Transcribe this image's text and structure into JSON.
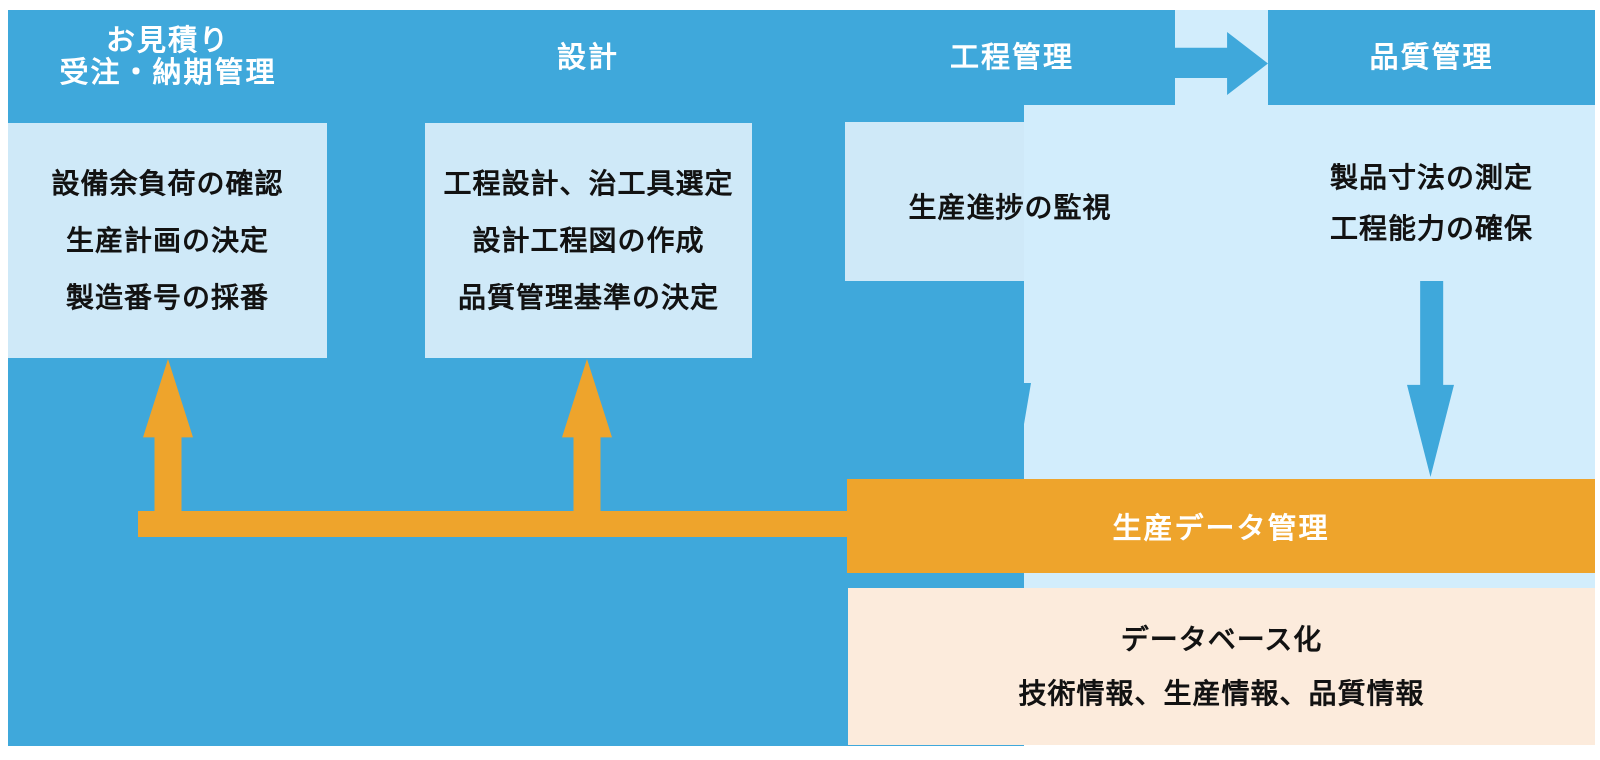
{
  "colors": {
    "blue": "#3fa8db",
    "light_blue_panel": "#cfe9f8",
    "light_blue_region": "#d2edfc",
    "orange": "#eea42c",
    "peach": "#fcebdc",
    "text_dark": "#121212",
    "text_white": "#ffffff"
  },
  "header": {
    "quote_line1": "お見積り",
    "quote_line2": "受注・納期管理",
    "design": "設計",
    "process": "工程管理",
    "quality": "品質管理"
  },
  "panels": {
    "order": {
      "items": [
        "設備余負荷の確認",
        "生産計画の決定",
        "製造番号の採番"
      ]
    },
    "design": {
      "items": [
        "工程設計、治工具選定",
        "設計工程図の作成",
        "品質管理基準の決定"
      ]
    },
    "process": {
      "item": "生産進捗の監視"
    },
    "quality": {
      "items": [
        "製品寸法の測定",
        "工程能力の確保"
      ]
    }
  },
  "data_band": {
    "label": "生産データ管理"
  },
  "database": {
    "title": "データベース化",
    "detail": "技術情報、生産情報、品質情報"
  }
}
